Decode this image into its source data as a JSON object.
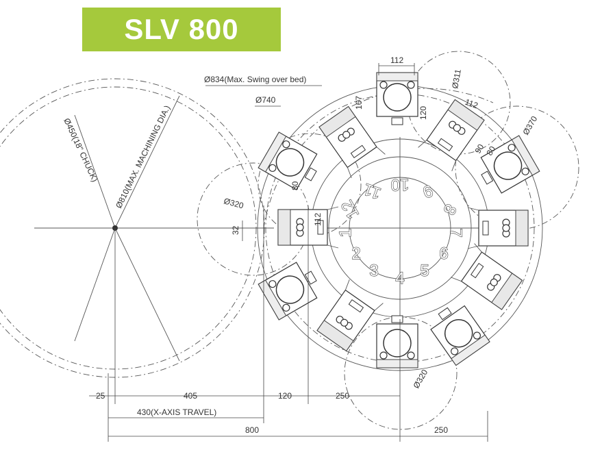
{
  "title": "SLV 800",
  "colors": {
    "banner": "#a5c93c",
    "banner_text": "#ffffff",
    "line": "#444444"
  },
  "labels": {
    "swing": "Ø834(Max. Swing over bed)",
    "d740": "Ø740",
    "chuck": "Ø450(18\" CHUCK)",
    "machining": "Ø810(MAX. MACHINING DIA.)",
    "d320_left": "Ø320",
    "d320_bottom": "Ø320",
    "d311": "Ø311",
    "d370": "Ø370",
    "w112_top": "112",
    "w112_right": "112",
    "w112_left": "112",
    "h120": "120",
    "h167": "167",
    "d90": "90",
    "d80_right": "80",
    "d80_left": "80",
    "d32": "32"
  },
  "dimensions": {
    "row1": [
      "25",
      "405",
      "120",
      "250"
    ],
    "x_travel": "430(X-AXIS TRAVEL)",
    "total": "800",
    "right": "250"
  },
  "station_numbers": [
    "1",
    "2",
    "3",
    "4",
    "5",
    "6",
    "7",
    "8",
    "9",
    "10",
    "11",
    "12"
  ]
}
